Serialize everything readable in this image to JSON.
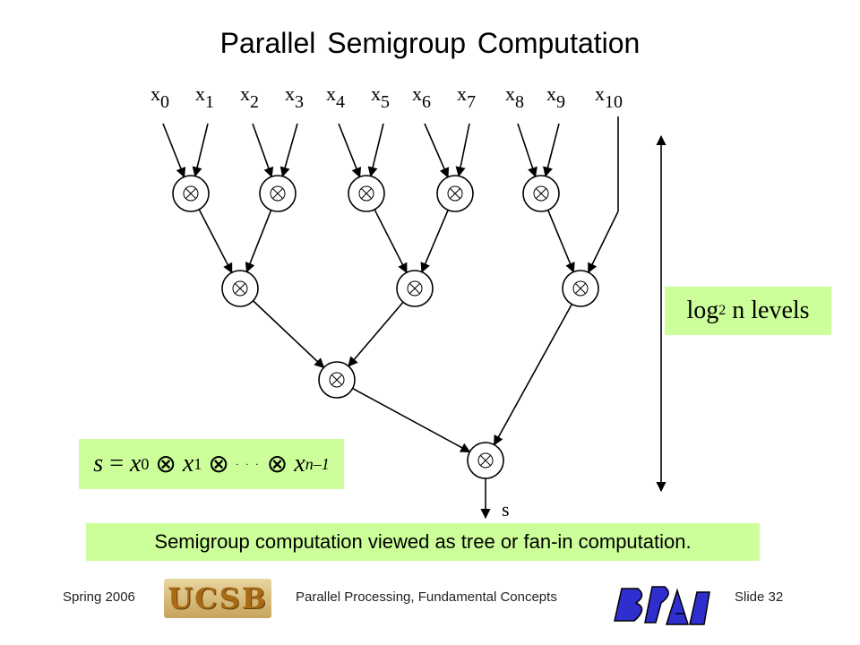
{
  "title": "Parallel Semigroup Computation",
  "inputs": [
    {
      "base": "x",
      "sub": "0"
    },
    {
      "base": "x",
      "sub": "1"
    },
    {
      "base": "x",
      "sub": "2"
    },
    {
      "base": "x",
      "sub": "3"
    },
    {
      "base": "x",
      "sub": "4"
    },
    {
      "base": "x",
      "sub": "5"
    },
    {
      "base": "x",
      "sub": "6"
    },
    {
      "base": "x",
      "sub": "7"
    },
    {
      "base": "x",
      "sub": "8"
    },
    {
      "base": "x",
      "sub": "9"
    },
    {
      "base": "x",
      "sub": "10"
    }
  ],
  "operator_symbol": "⊗",
  "output_label": "s",
  "levels": {
    "base": "log",
    "sub": "2",
    "rest": "n levels"
  },
  "formula": {
    "s": "s",
    "eq": "=",
    "x0": "x",
    "s0": "0",
    "op1": "⊗",
    "x1": "x",
    "s1": "1",
    "op2": "⊗",
    "dots": "· · ·",
    "op3": "⊗",
    "xn": "x",
    "sn": "n–1"
  },
  "caption": "Semigroup computation viewed as tree or fan-in computation.",
  "footer": {
    "left": "Spring 2006",
    "center": "Parallel Processing, Fundamental Concepts",
    "right": "Slide 32",
    "logo_text": "UCSB",
    "signature": "B Parhami"
  }
}
